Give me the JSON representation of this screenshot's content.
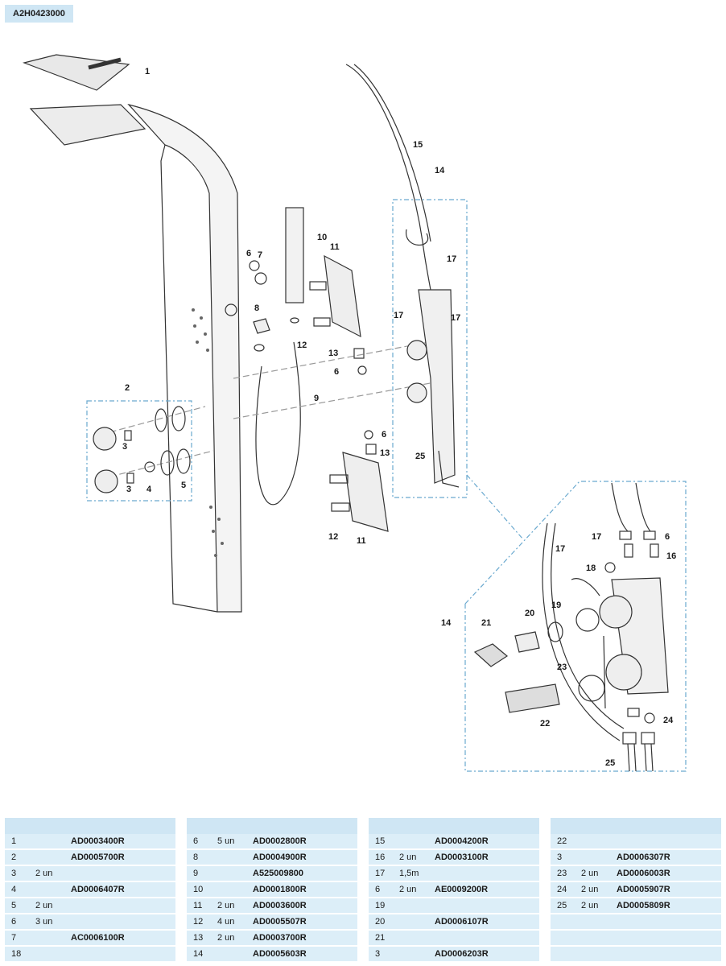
{
  "model_code": "A2H0423000",
  "callouts": {
    "c1": "1",
    "c2": "2",
    "c3a": "3",
    "c3b": "3",
    "c4": "4",
    "c5": "5",
    "c6a": "6",
    "c6b": "6",
    "c6c": "6",
    "c6d": "6",
    "c7": "7",
    "c8": "8",
    "c9": "9",
    "c10": "10",
    "c11a": "11",
    "c11b": "11",
    "c12a": "12",
    "c12b": "12",
    "c13a": "13",
    "c13b": "13",
    "c14a": "14",
    "c14b": "14",
    "c15": "15",
    "c16": "16",
    "c17a": "17",
    "c17b": "17",
    "c17c": "17",
    "c17d": "17",
    "c17e": "17",
    "c18": "18",
    "c19": "19",
    "c20": "20",
    "c21": "21",
    "c22": "22",
    "c23": "23",
    "c24": "24",
    "c25a": "25",
    "c25b": "25"
  },
  "parts_table": {
    "col1": [
      {
        "num": "1",
        "qty": "",
        "code": "AD0003400R"
      },
      {
        "num": "2",
        "qty": "",
        "code": "AD0005700R"
      },
      {
        "num": "3",
        "qty": "2 un",
        "code": ""
      },
      {
        "num": "4",
        "qty": "",
        "code": "AD0006407R"
      },
      {
        "num": "5",
        "qty": "2 un",
        "code": ""
      },
      {
        "num": "6",
        "qty": "3 un",
        "code": ""
      },
      {
        "num": "7",
        "qty": "",
        "code": "AC0006100R"
      },
      {
        "num": "18",
        "qty": "",
        "code": ""
      }
    ],
    "col2": [
      {
        "num": "6",
        "qty": "5 un",
        "code": "AD0002800R"
      },
      {
        "num": "8",
        "qty": "",
        "code": "AD0004900R"
      },
      {
        "num": "9",
        "qty": "",
        "code": "A525009800"
      },
      {
        "num": "10",
        "qty": "",
        "code": "AD0001800R"
      },
      {
        "num": "11",
        "qty": "2 un",
        "code": "AD0003600R"
      },
      {
        "num": "12",
        "qty": "4 un",
        "code": "AD0005507R"
      },
      {
        "num": "13",
        "qty": "2 un",
        "code": "AD0003700R"
      },
      {
        "num": "14",
        "qty": "",
        "code": "AD0005603R"
      }
    ],
    "col3": [
      {
        "num": "15",
        "qty": "",
        "code": "AD0004200R"
      },
      {
        "num": "16",
        "qty": "2 un",
        "code": "AD0003100R"
      },
      {
        "num": "17",
        "qty": "1,5m",
        "code": ""
      },
      {
        "num": "6",
        "qty": "2 un",
        "code": "AE0009200R"
      },
      {
        "num": "19",
        "qty": "",
        "code": ""
      },
      {
        "num": "20",
        "qty": "",
        "code": "AD0006107R"
      },
      {
        "num": "21",
        "qty": "",
        "code": ""
      },
      {
        "num": "3",
        "qty": "",
        "code": "AD0006203R"
      }
    ],
    "col4": [
      {
        "num": "22",
        "qty": "",
        "code": ""
      },
      {
        "num": "3",
        "qty": "",
        "code": "AD0006307R"
      },
      {
        "num": "23",
        "qty": "2 un",
        "code": "AD0006003R"
      },
      {
        "num": "24",
        "qty": "2 un",
        "code": "AD0005907R"
      },
      {
        "num": "25",
        "qty": "2 un",
        "code": "AD0005809R"
      },
      {
        "num": "",
        "qty": "",
        "code": ""
      },
      {
        "num": "",
        "qty": "",
        "code": ""
      },
      {
        "num": "",
        "qty": "",
        "code": ""
      }
    ]
  }
}
